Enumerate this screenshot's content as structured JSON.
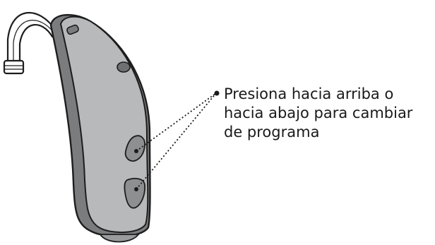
{
  "diagram": {
    "device": "hearing-aid",
    "colors": {
      "shell": "#b8b9bb",
      "shell_dark": "#7b7c7e",
      "hook": "#ffffff",
      "outline": "#1d1d1d",
      "callout": "#1a1a1a"
    },
    "callout": {
      "lines": [
        "Presiona hacia arriba o",
        "hacia abajo para cambiar",
        "de programa"
      ]
    }
  }
}
